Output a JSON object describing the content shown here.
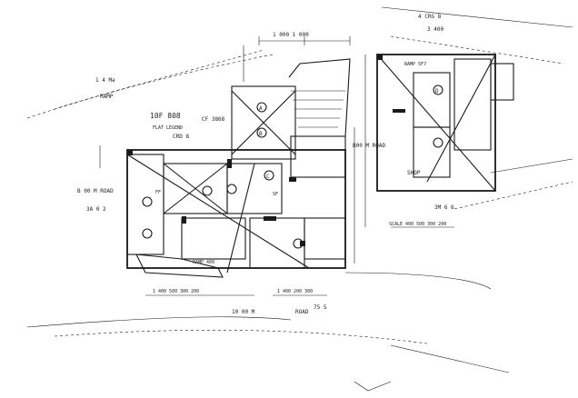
{
  "labels": {
    "top_dim": "1 000 1 000",
    "top_right_a": "4 CRG 8",
    "top_right_b": "3 400",
    "left_slope_a": "1 4 Ma",
    "left_slope_b": "RAMP",
    "section_title": "10F 808",
    "section_sub": "FLAT LEGEND",
    "left_code_a": "CRD 8",
    "stair_code": "CF 3868",
    "road_left": "B 00 M ROAD",
    "left_code_b": "3A 0 2",
    "road_mid": "B00 M ROAD",
    "road_bottom": "10 00 M",
    "road_bottom_b": "ROAD",
    "shop": "SHOP",
    "right_code": "3M 6 6",
    "scale_right": "SCALE 400 500 300 200",
    "scale_bottom": "1 400 500 300 200",
    "scale_mid": "1 400 200 300",
    "bottom_code": "75 5",
    "ramp_bottom": "RAMP 400",
    "ramp_top": "RAMP 5F7",
    "room_a": "A",
    "room_b": "B",
    "room_c": "C",
    "room_d": "D",
    "ff": "FF",
    "sf": "SF"
  }
}
